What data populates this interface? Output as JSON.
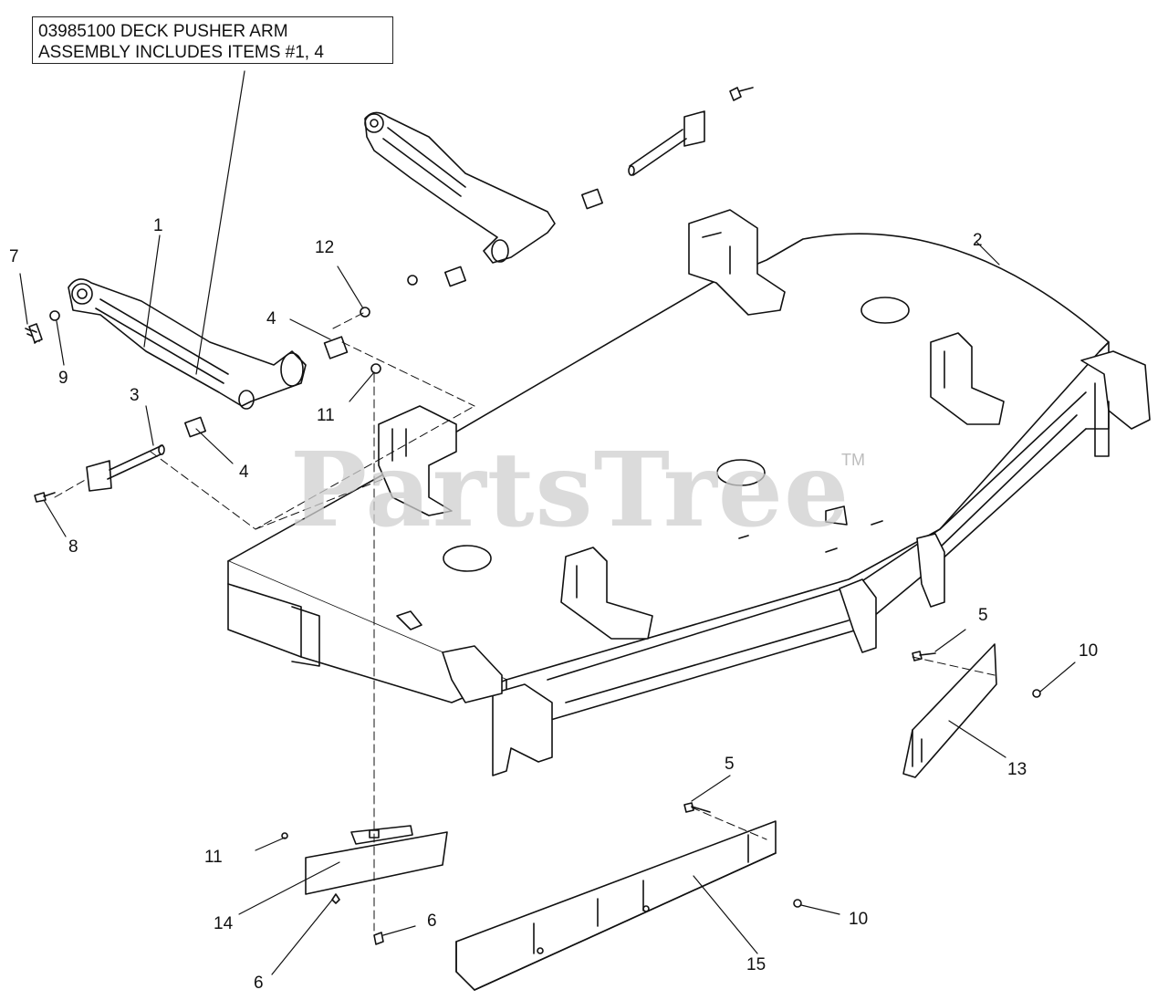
{
  "note": {
    "line1": "03985100 DECK PUSHER ARM",
    "line2": "ASSEMBLY INCLUDES ITEMS #1, 4"
  },
  "callouts": {
    "c1": "1",
    "c2": "2",
    "c3": "3",
    "c4a": "4",
    "c4b": "4",
    "c5a": "5",
    "c5b": "5",
    "c6a": "6",
    "c6b": "6",
    "c7": "7",
    "c8": "8",
    "c9": "9",
    "c10a": "10",
    "c10b": "10",
    "c11a": "11",
    "c11b": "11",
    "c12": "12",
    "c13": "13",
    "c14": "14",
    "c15": "15"
  },
  "watermark": {
    "text": "PartsTree",
    "tm": "TM"
  }
}
